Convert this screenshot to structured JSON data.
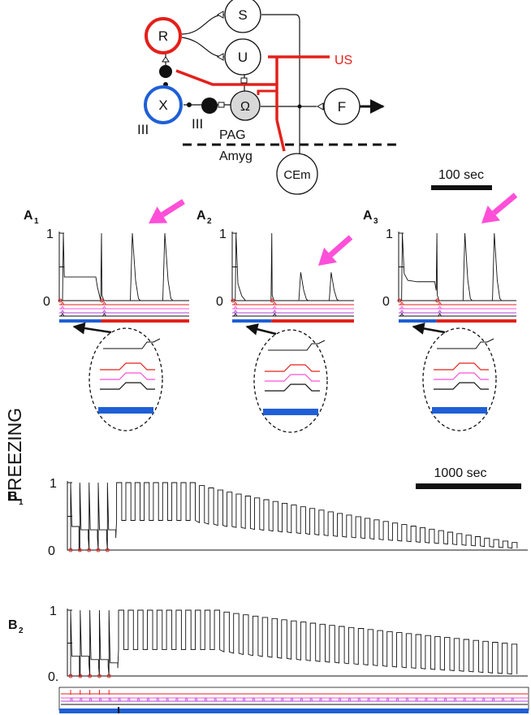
{
  "circuit": {
    "nodes": {
      "R": "R",
      "S": "S",
      "U": "U",
      "X": "X",
      "Omega": "Ω",
      "F": "F",
      "CEm": "CEm"
    },
    "us_label": "US",
    "region_upper": "PAG",
    "region_lower": "Amyg",
    "roman_left": "III",
    "roman_mid": "III"
  },
  "colors": {
    "red": "#e3201b",
    "blue": "#1f5fd6",
    "magenta": "#ff4fd8",
    "purple": "#b040d8",
    "grey": "#d8d8d8",
    "black": "#111111"
  },
  "scalebars": {
    "a": "100 sec",
    "b": "1000 sec"
  },
  "panels": {
    "a1": {
      "sub": "1"
    },
    "a2": {
      "sub": "2"
    },
    "a3": {
      "sub": "3"
    },
    "b1": {
      "sub": "1"
    },
    "b2": {
      "sub": "2"
    }
  },
  "panel_letters": {
    "a": "A",
    "b": "B"
  },
  "ylabel": "FREEZING",
  "ticks": {
    "one": "1",
    "zero": "0",
    "zero_b2": "0."
  },
  "chart_data": [
    {
      "id": "A1",
      "type": "line",
      "ylabel": "FREEZING",
      "ylim": [
        0,
        1
      ],
      "trace": [
        [
          0,
          0
        ],
        [
          0.8,
          0
        ],
        [
          1,
          1
        ],
        [
          1.25,
          0.35
        ],
        [
          9,
          0.35
        ],
        [
          9.4,
          0.2
        ],
        [
          10.2,
          0
        ],
        [
          10.4,
          1
        ],
        [
          10.5,
          0.08
        ],
        [
          11,
          0
        ],
        [
          17.5,
          0
        ],
        [
          18,
          1
        ],
        [
          18.8,
          0.3
        ],
        [
          19.5,
          0.03
        ],
        [
          20,
          0
        ],
        [
          25.5,
          0
        ],
        [
          26,
          1
        ],
        [
          26.8,
          0.3
        ],
        [
          27.5,
          0.03
        ],
        [
          28,
          0
        ],
        [
          32,
          0
        ]
      ],
      "cs_events": [
        0,
        10.3
      ],
      "arrow_on_peak": 18
    },
    {
      "id": "A2",
      "type": "line",
      "ylabel": "FREEZING",
      "ylim": [
        0,
        1
      ],
      "trace": [
        [
          0,
          0
        ],
        [
          0.8,
          0
        ],
        [
          1,
          1
        ],
        [
          1.5,
          0.25
        ],
        [
          2.5,
          0.07
        ],
        [
          3.5,
          0
        ],
        [
          10.2,
          0
        ],
        [
          10.4,
          1
        ],
        [
          10.5,
          0.08
        ],
        [
          11,
          0
        ],
        [
          17.5,
          0
        ],
        [
          18,
          0.42
        ],
        [
          18.8,
          0.15
        ],
        [
          19.5,
          0.02
        ],
        [
          20,
          0
        ],
        [
          25.5,
          0
        ],
        [
          26,
          0.42
        ],
        [
          26.8,
          0.15
        ],
        [
          27.5,
          0.02
        ],
        [
          28,
          0
        ],
        [
          32,
          0
        ]
      ],
      "cs_events": [
        0,
        10.3
      ],
      "arrow_on_peak": 18
    },
    {
      "id": "A3",
      "type": "line",
      "ylabel": "FREEZING",
      "ylim": [
        0,
        1
      ],
      "trace": [
        [
          0,
          0
        ],
        [
          0.8,
          0
        ],
        [
          1,
          1
        ],
        [
          1.5,
          0.4
        ],
        [
          2.5,
          0.3
        ],
        [
          5,
          0.28
        ],
        [
          9.8,
          0.28
        ],
        [
          10.2,
          0.15
        ],
        [
          10.4,
          1
        ],
        [
          10.5,
          0.08
        ],
        [
          11,
          0
        ],
        [
          17.5,
          0
        ],
        [
          18,
          1
        ],
        [
          18.8,
          0.3
        ],
        [
          19.5,
          0.03
        ],
        [
          20,
          0
        ],
        [
          25.5,
          0
        ],
        [
          26,
          1
        ],
        [
          26.8,
          0.3
        ],
        [
          27.5,
          0.03
        ],
        [
          28,
          0
        ],
        [
          32,
          0
        ]
      ],
      "cs_events": [
        0,
        10.3
      ],
      "arrow_on_peak": 18
    },
    {
      "id": "B1",
      "type": "line",
      "ylabel": "FREEZING",
      "ylim": [
        0,
        1
      ],
      "n_cycles": 44,
      "period": 1,
      "train": {
        "start_bottom": 0.44,
        "end_bottom": 0.02,
        "end_top": 0.09,
        "decay_start": 8
      },
      "early_steps": [
        0.35,
        0.3,
        0.3,
        0.3,
        0.3
      ],
      "cs_events": [
        0,
        1,
        2,
        3,
        4
      ]
    },
    {
      "id": "B2",
      "type": "line",
      "ylabel": "FREEZING",
      "ylim": [
        0,
        1
      ],
      "n_cycles": 42,
      "period": 1,
      "train": {
        "start_bottom": 0.4,
        "end_bottom": 0.02,
        "end_top": 0.47,
        "decay_start": 10
      },
      "early_steps": [
        0.3,
        0.3,
        0.25,
        0.25,
        0.2
      ],
      "cs_events": [
        0,
        1,
        2,
        3,
        4
      ]
    }
  ]
}
